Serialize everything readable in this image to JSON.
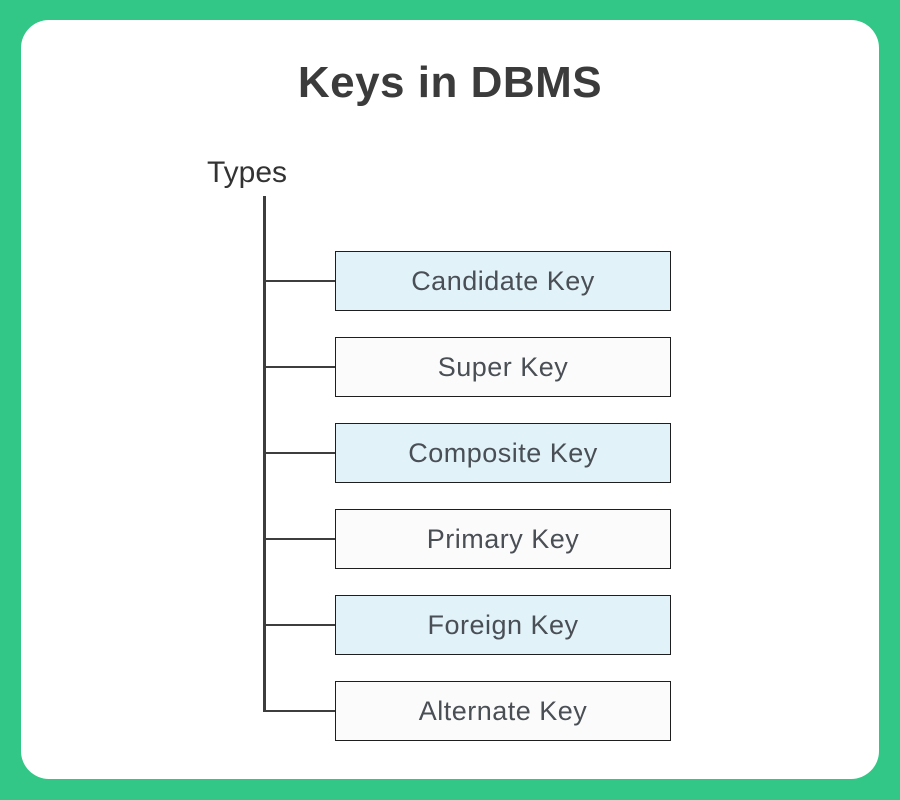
{
  "title": "Keys in DBMS",
  "tree": {
    "root_label": "Types",
    "nodes": [
      {
        "label": "Candidate Key",
        "highlighted": true
      },
      {
        "label": "Super Key",
        "highlighted": false
      },
      {
        "label": "Composite Key",
        "highlighted": true
      },
      {
        "label": "Primary Key",
        "highlighted": false
      },
      {
        "label": "Foreign Key",
        "highlighted": true
      },
      {
        "label": "Alternate Key",
        "highlighted": false
      }
    ]
  },
  "colors": {
    "background": "#33c787",
    "card": "#ffffff",
    "box_highlight": "#e1f2f9",
    "box_plain": "#fbfbfb",
    "box_border": "#1e1e1e",
    "line": "#3d3d3d",
    "title_text": "#3b3b3b",
    "label_text": "#4a4f55"
  }
}
